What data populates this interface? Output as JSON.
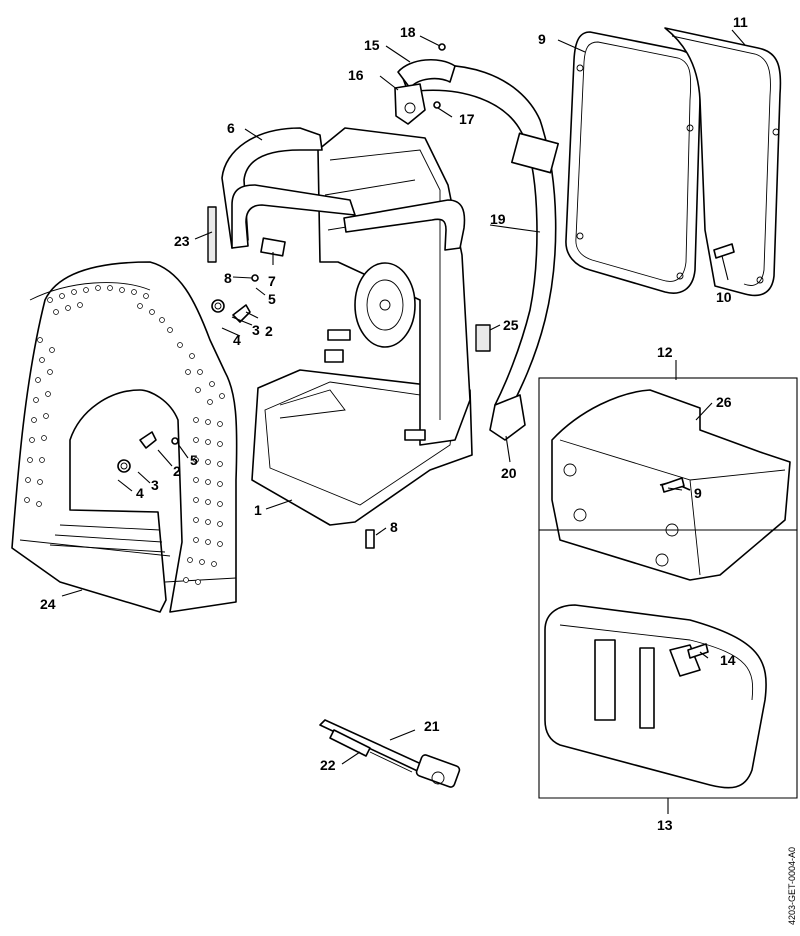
{
  "document_code": "4203-GET-0004-A0",
  "callouts": [
    {
      "id": "c1",
      "text": "1"
    },
    {
      "id": "c2a",
      "text": "2"
    },
    {
      "id": "c2b",
      "text": "2"
    },
    {
      "id": "c3a",
      "text": "3"
    },
    {
      "id": "c3b",
      "text": "3"
    },
    {
      "id": "c4a",
      "text": "4"
    },
    {
      "id": "c4b",
      "text": "4"
    },
    {
      "id": "c5a",
      "text": "5"
    },
    {
      "id": "c5b",
      "text": "5"
    },
    {
      "id": "c6",
      "text": "6"
    },
    {
      "id": "c7",
      "text": "7"
    },
    {
      "id": "c8a",
      "text": "8"
    },
    {
      "id": "c8b",
      "text": "8"
    },
    {
      "id": "c9a",
      "text": "9"
    },
    {
      "id": "c9b",
      "text": "9"
    },
    {
      "id": "c10",
      "text": "10"
    },
    {
      "id": "c11",
      "text": "11"
    },
    {
      "id": "c12",
      "text": "12"
    },
    {
      "id": "c13",
      "text": "13"
    },
    {
      "id": "c14",
      "text": "14"
    },
    {
      "id": "c15",
      "text": "15"
    },
    {
      "id": "c16",
      "text": "16"
    },
    {
      "id": "c17",
      "text": "17"
    },
    {
      "id": "c18",
      "text": "18"
    },
    {
      "id": "c19",
      "text": "19"
    },
    {
      "id": "c20",
      "text": "20"
    },
    {
      "id": "c21",
      "text": "21"
    },
    {
      "id": "c22",
      "text": "22"
    },
    {
      "id": "c23",
      "text": "23"
    },
    {
      "id": "c24",
      "text": "24"
    },
    {
      "id": "c25",
      "text": "25"
    },
    {
      "id": "c26",
      "text": "26"
    }
  ]
}
